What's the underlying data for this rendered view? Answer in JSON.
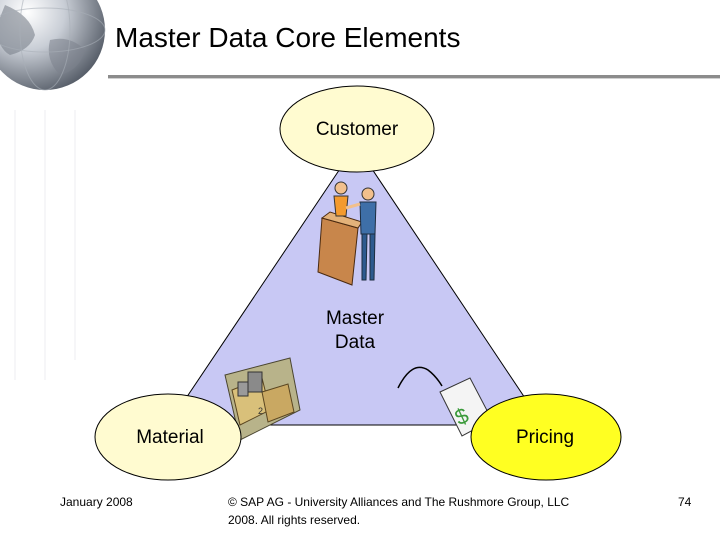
{
  "slide": {
    "title": "Master Data Core Elements"
  },
  "diagram": {
    "center_label_line1": "Master",
    "center_label_line2": "Data",
    "nodes": {
      "customer": "Customer",
      "material": "Material",
      "pricing": "Pricing"
    },
    "colors": {
      "triangle_fill": "#c8c8f4",
      "ellipse_fill": "#fffbd0",
      "pricing_fill": "#ffff22",
      "ellipse_stroke": "#000000"
    }
  },
  "footer": {
    "date": "January 2008",
    "copyright_line1": "© SAP AG - University Alliances and The Rushmore Group, LLC",
    "copyright_line2": "2008. All rights reserved.",
    "page_number": "74"
  }
}
